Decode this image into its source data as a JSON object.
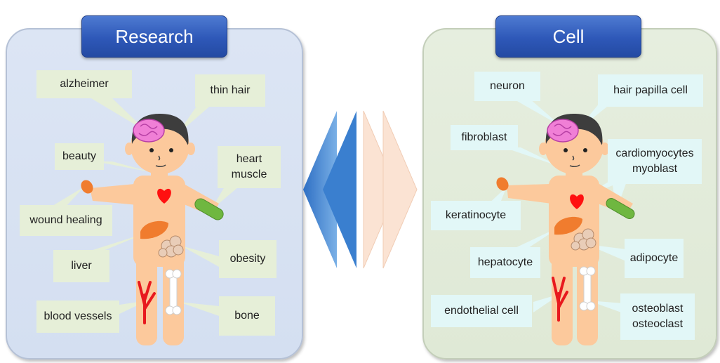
{
  "left_panel": {
    "title": "Research",
    "labels": {
      "alzheimer": "alzheimer",
      "thin_hair": "thin hair",
      "beauty": "beauty",
      "heart_muscle": "heart\nmuscle",
      "wound_healing": "wound healing",
      "liver": "liver",
      "obesity": "obesity",
      "blood_vessels": "blood vessels",
      "bone": "bone"
    }
  },
  "right_panel": {
    "title": "Cell",
    "labels": {
      "neuron": "neuron",
      "hair_papilla_cell": "hair papilla cell",
      "fibroblast": "fibroblast",
      "cardiomyocytes_myoblast": "cardiomyocytes\nmyoblast",
      "keratinocyte": "keratinocyte",
      "hepatocyte": "hepatocyte",
      "adipocyte": "adipocyte",
      "endothelial_cell": "endothelial cell",
      "osteoblast_osteoclast": "osteoblast\nosteoclast"
    }
  },
  "colors": {
    "left_panel_bg": "#d8e2f3",
    "right_panel_bg": "#e3ecdb",
    "header_blue": "#2f5bbb",
    "left_label_bg": "#e6efd8",
    "right_label_bg": "#e2f7f7",
    "skin": "#fcc99c",
    "hair": "#3d3d3d",
    "brain": "#f07fd6",
    "heart": "#ff1010",
    "liver": "#f07c2e",
    "muscle": "#6fb740",
    "vessel": "#e8191e",
    "bone": "#ffffff"
  },
  "icons": [
    "human-body-figure",
    "brain-icon",
    "heart-icon",
    "liver-icon",
    "muscle-icon",
    "fat-tissue-icon",
    "bone-icon",
    "blood-vessel-icon",
    "wound-icon",
    "double-arrow-icon"
  ]
}
